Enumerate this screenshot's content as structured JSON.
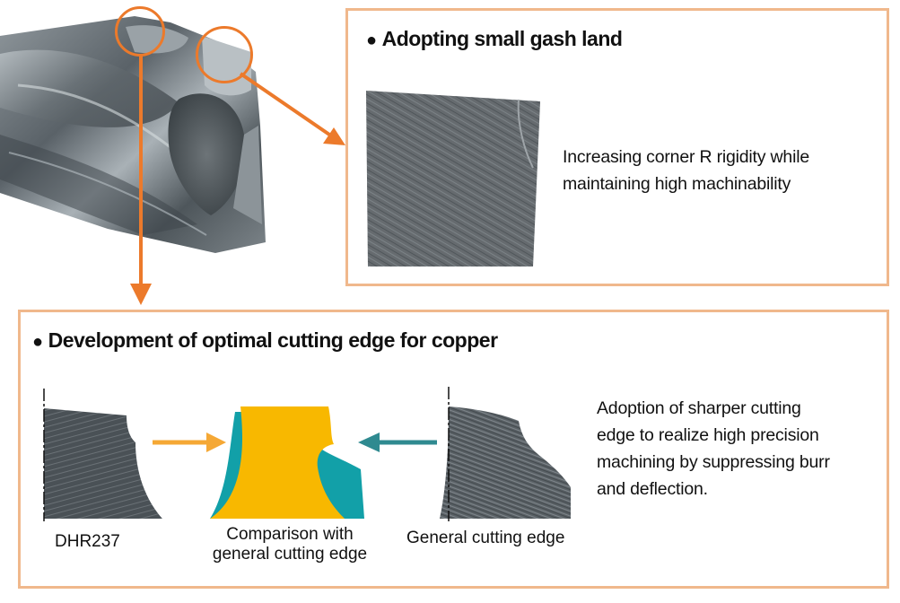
{
  "gash_panel": {
    "heading": "Adopting small gash land",
    "description_line1": "Increasing corner R rigidity while",
    "description_line2": "maintaining high machinability"
  },
  "edge_panel": {
    "heading": "Development of optimal cutting edge for copper",
    "description_lines": [
      "Adoption of sharper cutting",
      "edge to realize high precision",
      "machining by suppressing burr",
      "and deflection."
    ],
    "labels": {
      "product": "DHR237",
      "comparison_line1": "Comparison with",
      "comparison_line2": "general cutting edge",
      "general": "General cutting edge"
    }
  },
  "colors": {
    "accent_orange": "#ec7a2b",
    "panel_border": "#f0b88c",
    "comparison_yellow": "#f8b800",
    "comparison_teal": "#12a0a8",
    "left_arrow": "#f5a835",
    "right_arrow": "#2f8a90"
  },
  "icons": {
    "bullet": "black-circle",
    "circle_marker": "orange-ring",
    "arrow": "orange-arrow"
  }
}
